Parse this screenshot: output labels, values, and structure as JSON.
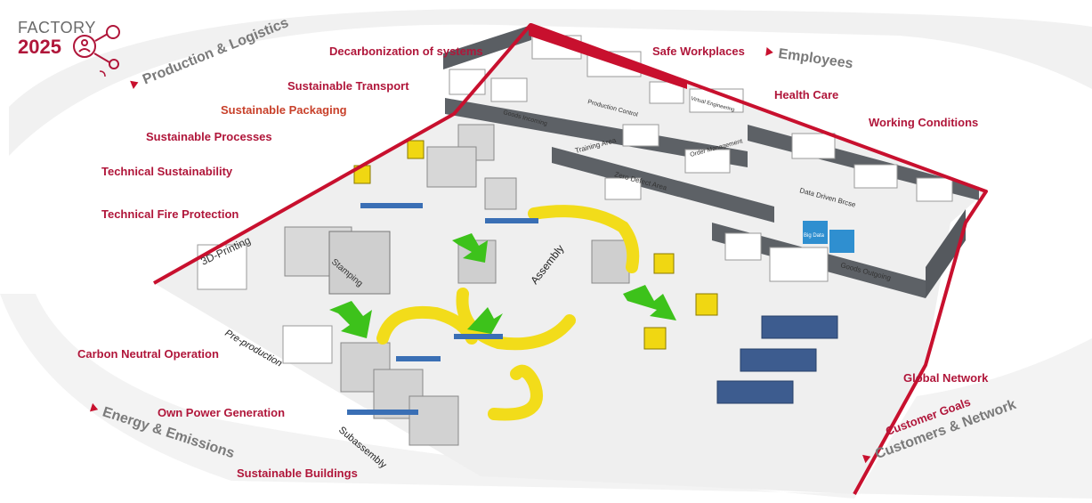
{
  "logo": {
    "line1": "FACTORY",
    "line2": "2025",
    "icon": "person-network-icon"
  },
  "categories": {
    "production_logistics": "Production & Logistics",
    "employees": "Employees",
    "energy_emissions": "Energy & Emissions",
    "customers_network": "Customers & Network"
  },
  "topics": {
    "decarbonization": "Decarbonization of systems",
    "safe_workplaces": "Safe Workplaces",
    "sustainable_transport": "Sustainable Transport",
    "health_care": "Health Care",
    "sustainable_packaging": "Sustainable Packaging",
    "working_conditions": "Working Conditions",
    "sustainable_processes": "Sustainable Processes",
    "technical_sustainability": "Technical Sustainability",
    "technical_fire_protection": "Technical Fire Protection",
    "carbon_neutral_operation": "Carbon Neutral Operation",
    "own_power_generation": "Own Power Generation",
    "sustainable_buildings": "Sustainable Buildings",
    "global_network": "Global Network",
    "customer_goals": "Customer Goals"
  },
  "areas": {
    "printing": "3D-Printing",
    "stamping": "Stamping",
    "preproduction": "Pre-production",
    "assembly": "Assembly",
    "subassembly": "Subassembly",
    "training_area": "Training Area",
    "zero_defect": "Zero Defect Area",
    "order_management": "Order Management",
    "production_control": "Production Control",
    "goods_incoming": "Goods Incoming",
    "data_driven": "Data Driven Brcse",
    "goods_outgoing": "Goods Outgoing",
    "big_data": "Big Data",
    "virtual_engineering": "Virtual Engineering"
  },
  "colors": {
    "accent": "#b0163a",
    "border": "#c8102e",
    "category_gray": "#7a7a7a",
    "floor": "#eeeeee",
    "wall": "#55595e",
    "arrow_green": "#3dc21b",
    "track_yellow": "#f2dc1a"
  }
}
